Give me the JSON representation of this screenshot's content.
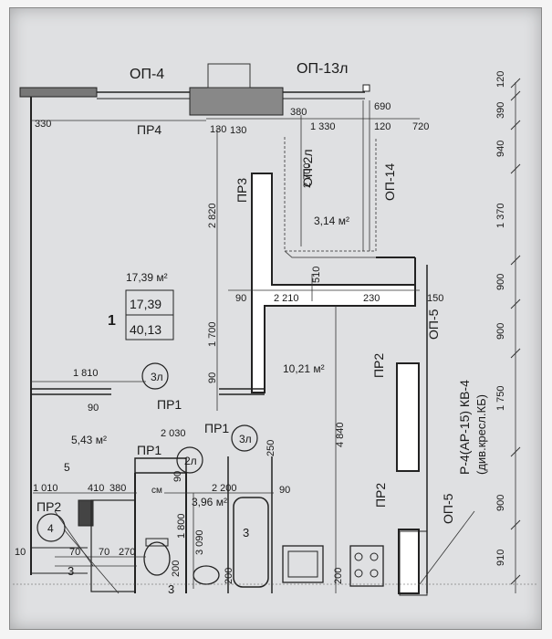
{
  "header": {
    "op4": "ОП-4",
    "op13l": "ОП-13л"
  },
  "walls": {
    "pr4": "ПР4",
    "pr3": "ПР3",
    "op2l": "ОП-2л",
    "op14": "ОП-14",
    "op5a": "ОП-5",
    "op5b": "ОП-5",
    "pr2_right_a": "ПР2",
    "pr2_right_b": "ПР2",
    "pr1_a": "ПР1",
    "pr1_b": "ПР1",
    "pr1_c": "ПР1",
    "pr2_left": "ПР2"
  },
  "rooms": {
    "room1_area": "17,39 м²",
    "room1_number": "1",
    "room1_box_top": "17,39",
    "room1_box_bottom": "40,13",
    "storage_area": "3,14 м²",
    "hall_area": "10,21 м²",
    "corridor_area": "5,43 м²",
    "bath_area": "3,96 м²",
    "bath_label": "см"
  },
  "markers": {
    "m3l_a": "3л",
    "m3l_b": "3л",
    "m2l": "2л",
    "m4": "4",
    "m3_a": "3",
    "m3_b": "3",
    "m3_c": "3",
    "m5": "5"
  },
  "dimensions": {
    "top": [
      "130",
      "380",
      "130",
      "1 330",
      "690",
      "120",
      "720"
    ],
    "top_330": "330",
    "right": [
      "120",
      "390",
      "940",
      "1 370",
      "900",
      "900",
      "1 750",
      "900",
      "910"
    ],
    "vertical_2700": "2 700",
    "vertical_2820": "2 820",
    "vertical_1700": "1 700",
    "vertical_4840": "4 840",
    "vertical_1800": "1 800",
    "vertical_3090": "3 090",
    "d510": "510",
    "d90_a": "90",
    "d2210": "2 210",
    "d230": "230",
    "d150": "150",
    "d1810": "1 810",
    "d90_b": "90",
    "d90_c": "90",
    "d2030": "2 030",
    "d250": "250",
    "d90_d": "90",
    "d90_e": "90",
    "d2200": "2 200",
    "d1010": "1 010",
    "d410": "410",
    "d380": "380",
    "d10": "10",
    "d70_a": "70",
    "d70_b": "70",
    "d270": "270",
    "d200_a": "200",
    "d200_b": "200",
    "d200_c": "200"
  },
  "side_note": {
    "line1": "Р-4(АР-15) КВ-4",
    "line2": "(див.кресл.КБ)"
  }
}
